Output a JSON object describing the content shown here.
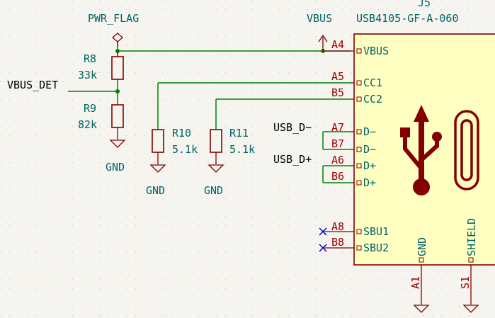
{
  "power_flag": {
    "label": "PWR_FLAG"
  },
  "vbus_symbol": {
    "label": "VBUS"
  },
  "connector": {
    "ref": "J5",
    "value": "USB4105-GF-A-060",
    "pins": [
      {
        "num": "A4",
        "name": "VBUS"
      },
      {
        "num": "A5",
        "name": "CC1"
      },
      {
        "num": "B5",
        "name": "CC2"
      },
      {
        "num": "A7",
        "name": "D−"
      },
      {
        "num": "B7",
        "name": "D−"
      },
      {
        "num": "A6",
        "name": "D+"
      },
      {
        "num": "B6",
        "name": "D+"
      },
      {
        "num": "A8",
        "name": "SBU1"
      },
      {
        "num": "B8",
        "name": "SBU2"
      }
    ],
    "bottom_pins": [
      {
        "num": "A1",
        "name": "GND"
      },
      {
        "num": "S1",
        "name": "SHIELD"
      }
    ]
  },
  "resistors": [
    {
      "ref": "R8",
      "value": "33k"
    },
    {
      "ref": "R9",
      "value": "82k"
    },
    {
      "ref": "R10",
      "value": "5.1k"
    },
    {
      "ref": "R11",
      "value": "5.1k"
    }
  ],
  "net_labels": {
    "vbus_det": "VBUS_DET",
    "usb_dm": "USB_D−",
    "usb_dp": "USB_D+"
  },
  "ground_labels": {
    "r9": "GND",
    "r10": "GND",
    "r11": "GND"
  },
  "colors": {
    "wire": "#008400",
    "body": "#840000",
    "fill": "#ffffc2",
    "text": "#006464",
    "pin": "#a00000",
    "nc": "#0000c8"
  }
}
